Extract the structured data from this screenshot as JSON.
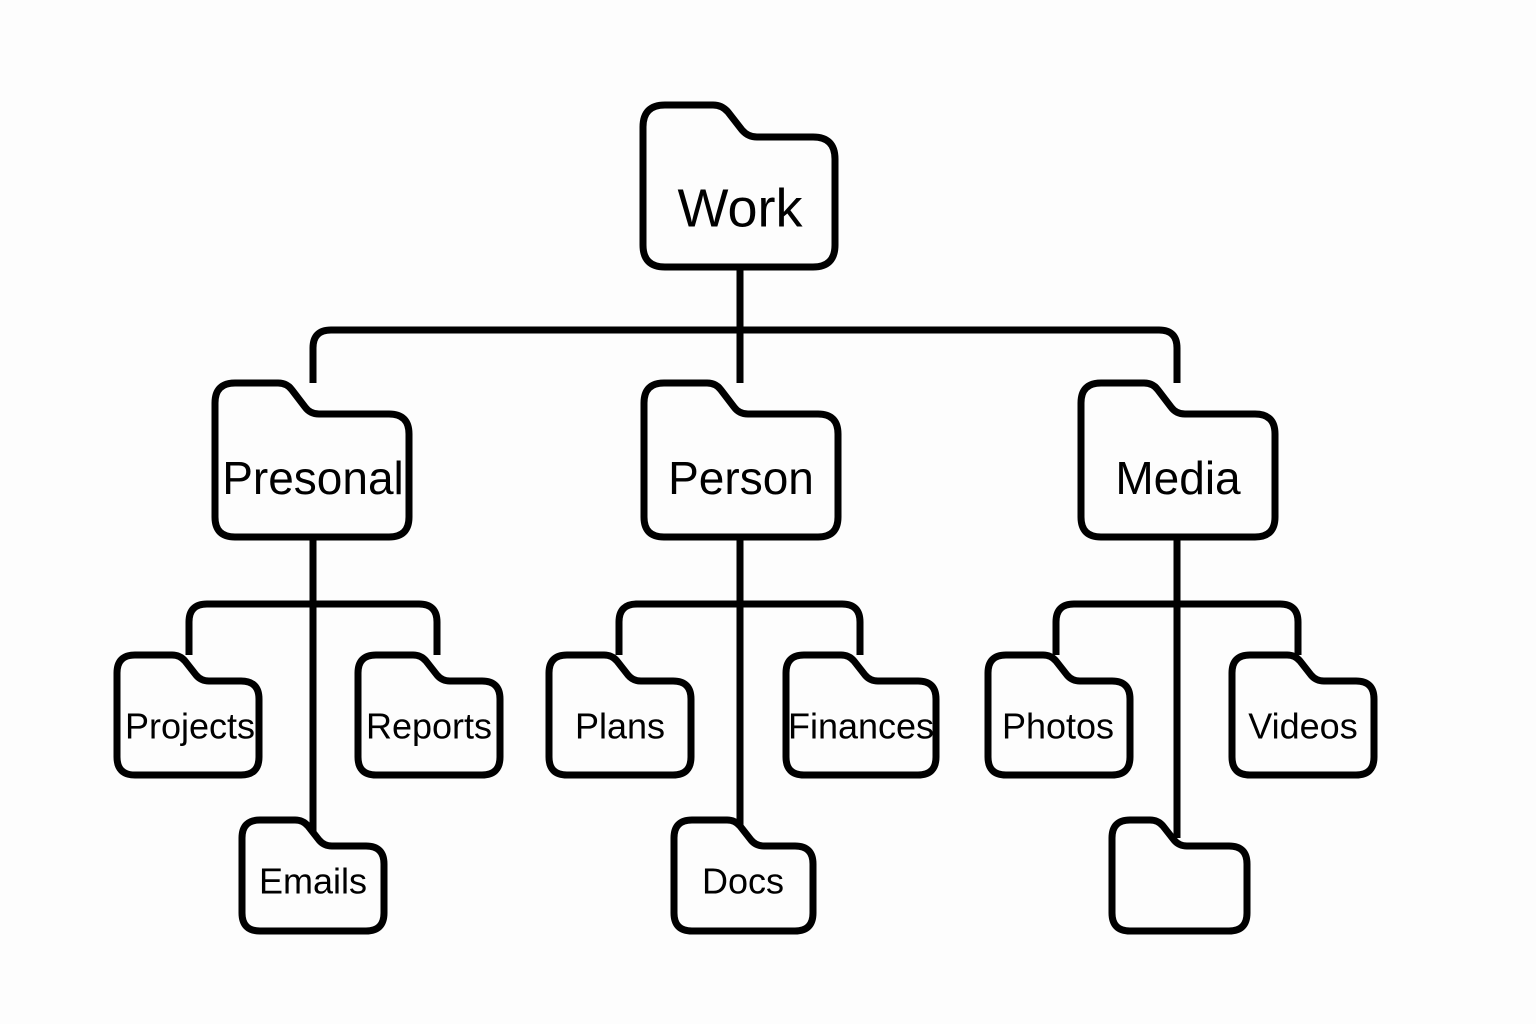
{
  "diagram": {
    "title": "Folder hierarchy tree",
    "type": "folder-tree",
    "background_color": "#fdfdfd",
    "stroke_color": "#000000"
  },
  "nodes": {
    "root": {
      "label": "Work",
      "level": 1
    },
    "level2": [
      {
        "label": "Presonal",
        "level": 2
      },
      {
        "label": "Person",
        "level": 2
      },
      {
        "label": "Media",
        "level": 2
      }
    ],
    "level3": [
      {
        "label": "Projects",
        "level": 3,
        "parent": "Presonal"
      },
      {
        "label": "Reports",
        "level": 3,
        "parent": "Presonal"
      },
      {
        "label": "Plans",
        "level": 3,
        "parent": "Person"
      },
      {
        "label": "Finances",
        "level": 3,
        "parent": "Person"
      },
      {
        "label": "Photos",
        "level": 3,
        "parent": "Media"
      },
      {
        "label": "Videos",
        "level": 3,
        "parent": "Media"
      }
    ],
    "level4": [
      {
        "label": "Emails",
        "level": 4,
        "parent": "Presonal"
      },
      {
        "label": "Docs",
        "level": 4,
        "parent": "Person"
      },
      {
        "label": "",
        "level": 4,
        "parent": "Media"
      }
    ]
  }
}
